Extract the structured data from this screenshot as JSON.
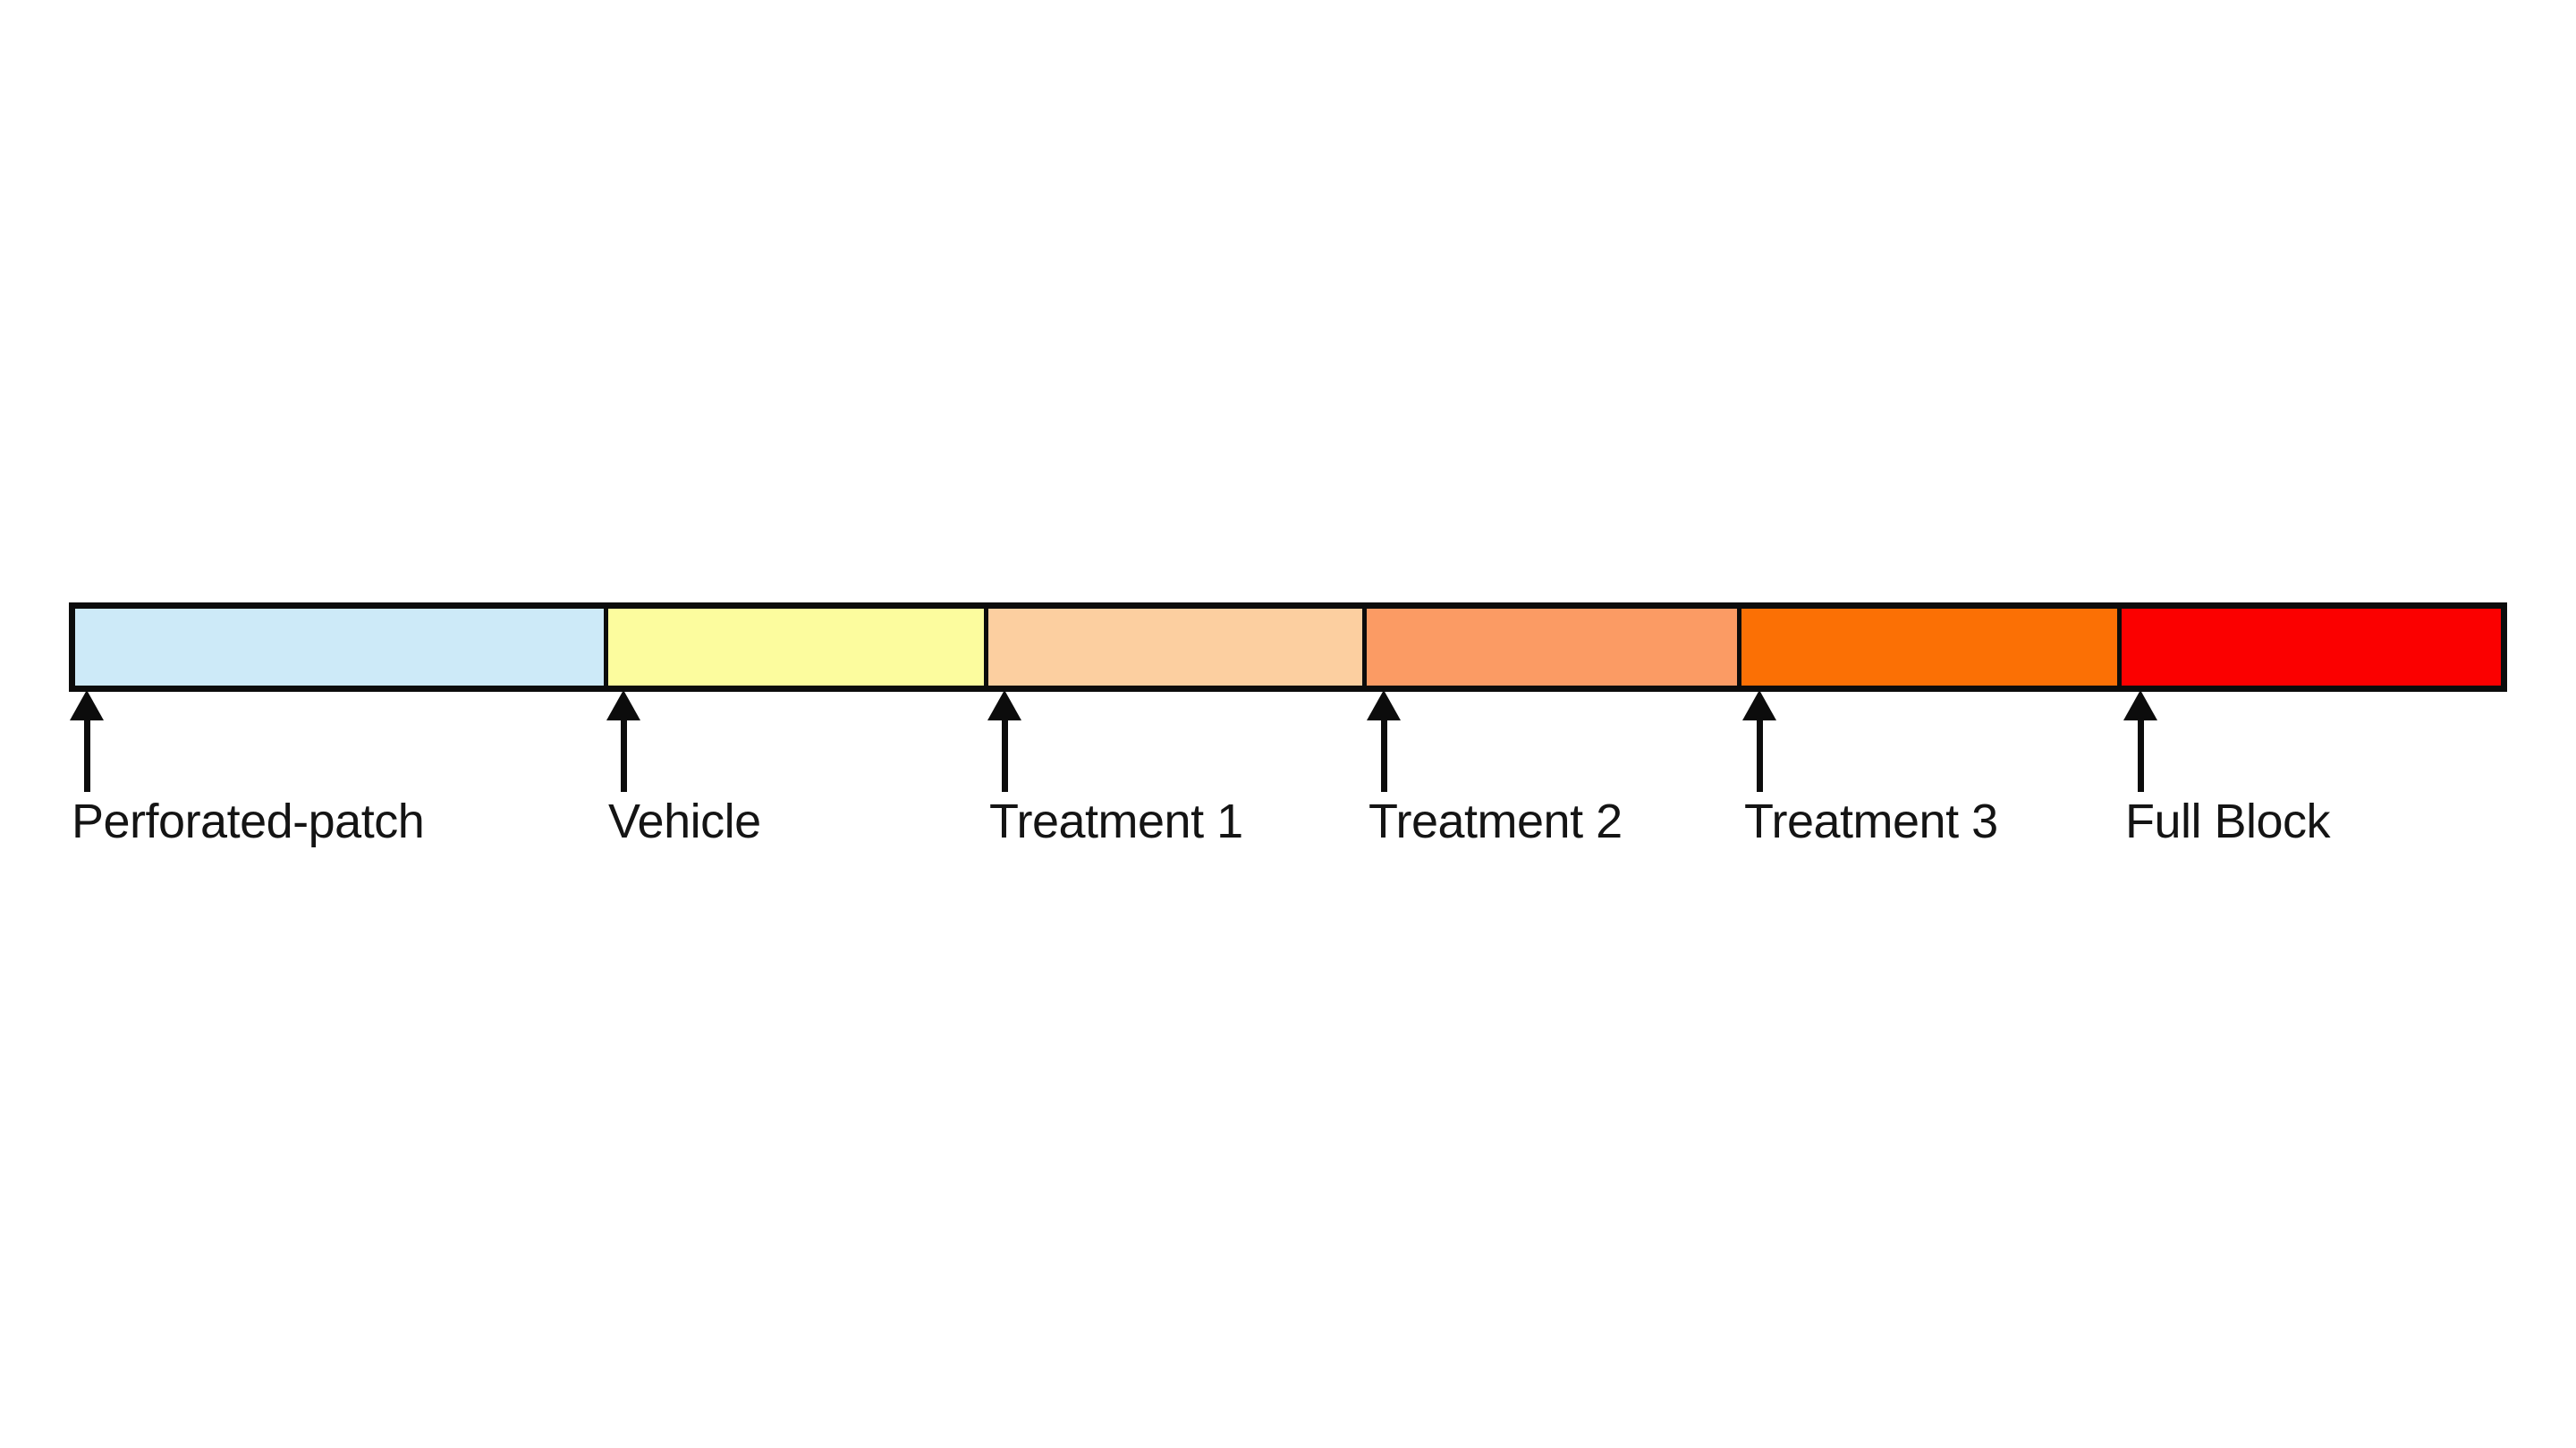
{
  "figure": {
    "type": "experimental-protocol-timeline",
    "background_color": "#FFFFFF",
    "outline_color": "#0C0C0C",
    "arrow_color": "#0C0C0C",
    "label_color": "#141414",
    "timeline": {
      "segments": [
        {
          "label": "Perforated-patch",
          "color": "#CDEAF8",
          "relative_width": 600
        },
        {
          "label": "Vehicle",
          "color": "#FCFC9E",
          "relative_width": 426
        },
        {
          "label": "Treatment 1",
          "color": "#FCCFA0",
          "relative_width": 424
        },
        {
          "label": "Treatment 2",
          "color": "#FB9B64",
          "relative_width": 420
        },
        {
          "label": "Treatment 3",
          "color": "#FB7005",
          "relative_width": 426
        },
        {
          "label": "Full Block",
          "color": "#FB0000",
          "relative_width": 430
        }
      ]
    }
  }
}
